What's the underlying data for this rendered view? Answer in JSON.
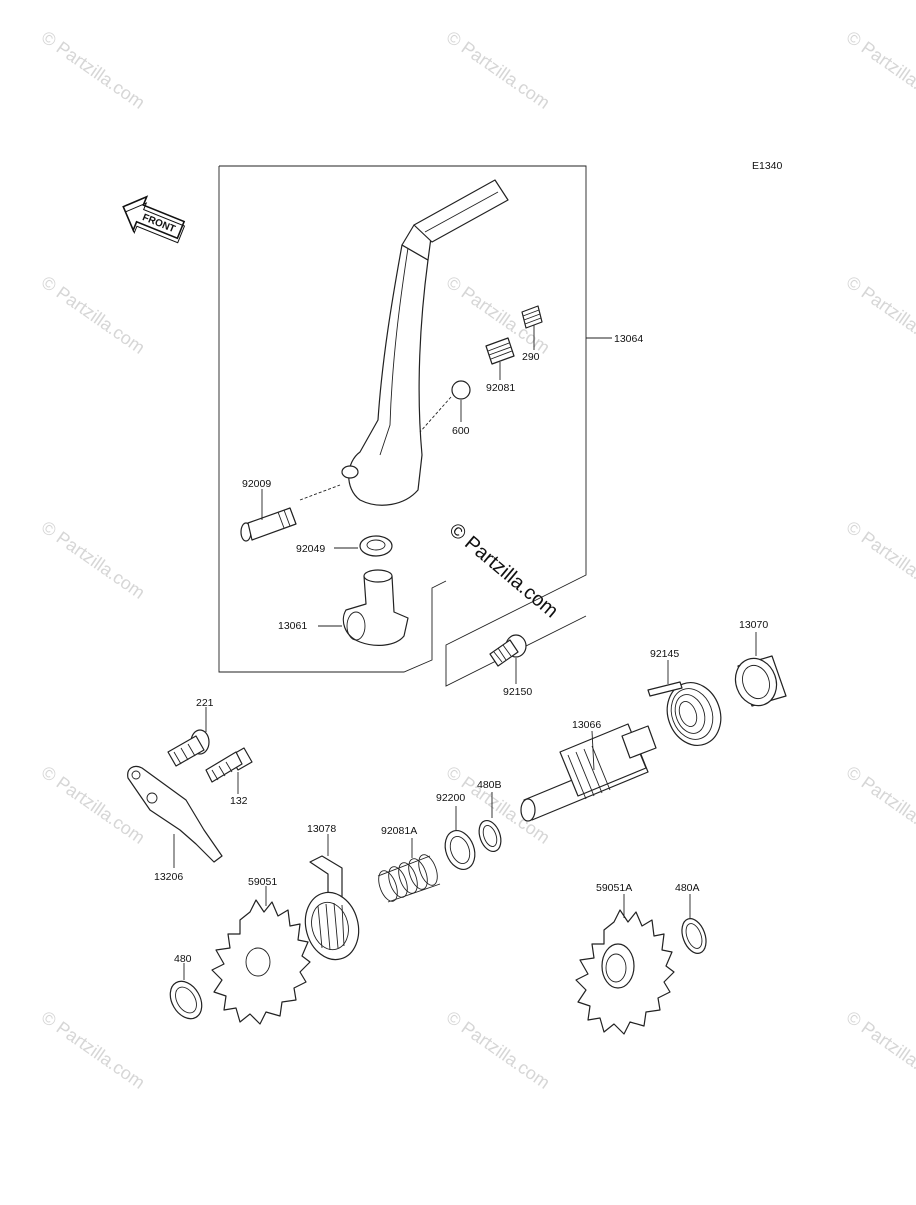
{
  "diagram_code": "E1340",
  "front_label": "FRONT",
  "center_watermark": "© Partzilla.com",
  "watermark_text": "© Partzilla.com",
  "labels": {
    "p13064": "13064",
    "p290": "290",
    "p92081": "92081",
    "p600": "600",
    "p92009": "92009",
    "p92049": "92049",
    "p13061": "13061",
    "p92150": "92150",
    "p13070": "13070",
    "p92145": "92145",
    "p13066": "13066",
    "p221": "221",
    "p132": "132",
    "p13206": "13206",
    "p13078": "13078",
    "p92081A": "92081A",
    "p92200": "92200",
    "p480B": "480B",
    "p59051": "59051",
    "p480": "480",
    "p59051A": "59051A",
    "p480A": "480A"
  }
}
